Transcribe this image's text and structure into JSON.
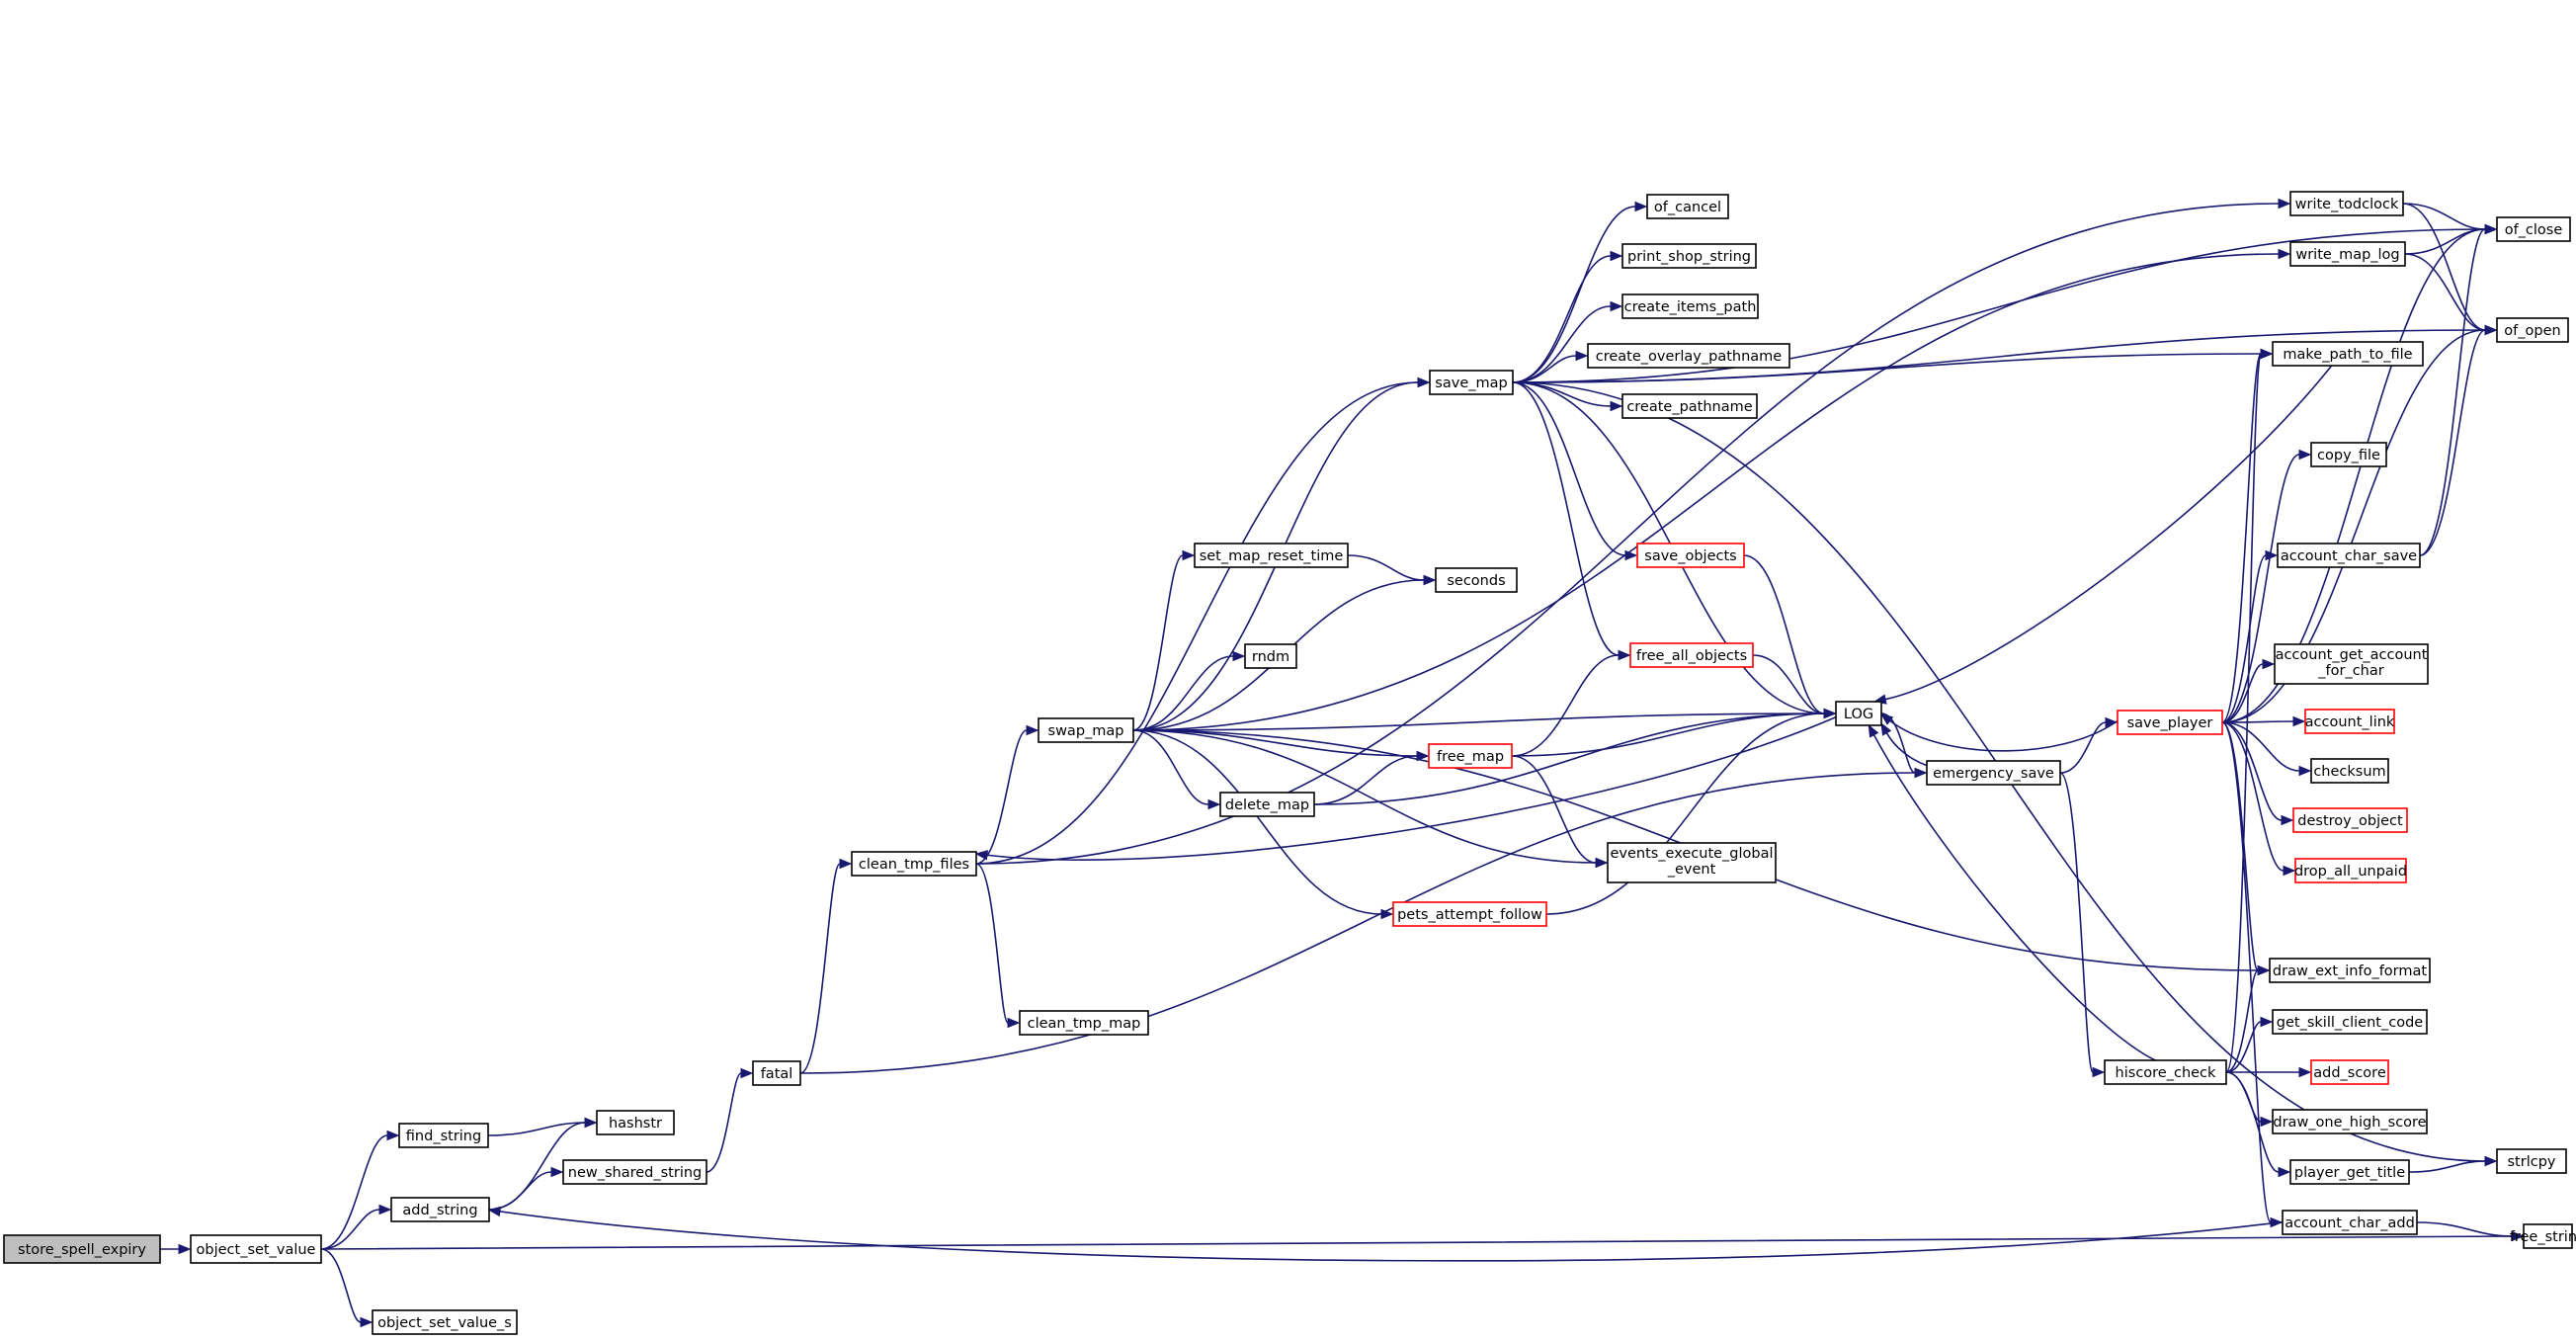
{
  "colors": {
    "edge": "#191970",
    "node_border": "#000000",
    "truncated_border": "#ff0000",
    "root_fill": "#bfbfbf",
    "node_fill": "#ffffff"
  },
  "nodes": [
    {
      "id": "store_spell_expiry",
      "lines": [
        "store_spell_expiry"
      ],
      "root": true
    },
    {
      "id": "object_set_value",
      "lines": [
        "object_set_value"
      ]
    },
    {
      "id": "add_string",
      "lines": [
        "add_string"
      ]
    },
    {
      "id": "find_string",
      "lines": [
        "find_string"
      ]
    },
    {
      "id": "hashstr",
      "lines": [
        "hashstr"
      ]
    },
    {
      "id": "new_shared_string",
      "lines": [
        "new_shared_string"
      ]
    },
    {
      "id": "object_set_value_s",
      "lines": [
        "object_set_value_s"
      ]
    },
    {
      "id": "fatal",
      "lines": [
        "fatal"
      ]
    },
    {
      "id": "clean_tmp_files",
      "lines": [
        "clean_tmp_files"
      ]
    },
    {
      "id": "clean_tmp_map",
      "lines": [
        "clean_tmp_map"
      ]
    },
    {
      "id": "swap_map",
      "lines": [
        "swap_map"
      ]
    },
    {
      "id": "save_map",
      "lines": [
        "save_map"
      ]
    },
    {
      "id": "set_map_reset_time",
      "lines": [
        "set_map_reset_time"
      ]
    },
    {
      "id": "rndm",
      "lines": [
        "rndm"
      ]
    },
    {
      "id": "delete_map",
      "lines": [
        "delete_map"
      ]
    },
    {
      "id": "free_map",
      "lines": [
        "free_map"
      ],
      "truncated": true
    },
    {
      "id": "pets_attempt_follow",
      "lines": [
        "pets_attempt_follow"
      ],
      "truncated": true
    },
    {
      "id": "seconds",
      "lines": [
        "seconds"
      ]
    },
    {
      "id": "of_cancel",
      "lines": [
        "of_cancel"
      ]
    },
    {
      "id": "print_shop_string",
      "lines": [
        "print_shop_string"
      ]
    },
    {
      "id": "create_items_path",
      "lines": [
        "create_items_path"
      ]
    },
    {
      "id": "create_overlay_pathname",
      "lines": [
        "create_overlay_pathname"
      ]
    },
    {
      "id": "create_pathname",
      "lines": [
        "create_pathname"
      ]
    },
    {
      "id": "save_objects",
      "lines": [
        "save_objects"
      ],
      "truncated": true
    },
    {
      "id": "free_all_objects",
      "lines": [
        "free_all_objects"
      ],
      "truncated": true
    },
    {
      "id": "events_execute_global_event",
      "lines": [
        "events_execute_global",
        "_event"
      ]
    },
    {
      "id": "LOG",
      "lines": [
        "LOG"
      ]
    },
    {
      "id": "emergency_save",
      "lines": [
        "emergency_save"
      ]
    },
    {
      "id": "save_player",
      "lines": [
        "save_player"
      ],
      "truncated": true
    },
    {
      "id": "hiscore_check",
      "lines": [
        "hiscore_check"
      ]
    },
    {
      "id": "write_todclock",
      "lines": [
        "write_todclock"
      ]
    },
    {
      "id": "write_map_log",
      "lines": [
        "write_map_log"
      ]
    },
    {
      "id": "make_path_to_file",
      "lines": [
        "make_path_to_file"
      ]
    },
    {
      "id": "copy_file",
      "lines": [
        "copy_file"
      ]
    },
    {
      "id": "account_char_save",
      "lines": [
        "account_char_save"
      ]
    },
    {
      "id": "account_get_account_for_char",
      "lines": [
        "account_get_account",
        "_for_char"
      ]
    },
    {
      "id": "account_link",
      "lines": [
        "account_link"
      ],
      "truncated": true
    },
    {
      "id": "checksum",
      "lines": [
        "checksum"
      ]
    },
    {
      "id": "destroy_object",
      "lines": [
        "destroy_object"
      ],
      "truncated": true
    },
    {
      "id": "drop_all_unpaid",
      "lines": [
        "drop_all_unpaid"
      ],
      "truncated": true
    },
    {
      "id": "draw_ext_info_format",
      "lines": [
        "draw_ext_info_format"
      ]
    },
    {
      "id": "get_skill_client_code",
      "lines": [
        "get_skill_client_code"
      ]
    },
    {
      "id": "add_score",
      "lines": [
        "add_score"
      ],
      "truncated": true
    },
    {
      "id": "draw_one_high_score",
      "lines": [
        "draw_one_high_score"
      ]
    },
    {
      "id": "player_get_title",
      "lines": [
        "player_get_title"
      ]
    },
    {
      "id": "account_char_add",
      "lines": [
        "account_char_add"
      ]
    },
    {
      "id": "of_close",
      "lines": [
        "of_close"
      ]
    },
    {
      "id": "of_open",
      "lines": [
        "of_open"
      ]
    },
    {
      "id": "strlcpy",
      "lines": [
        "strlcpy"
      ]
    },
    {
      "id": "free_string",
      "lines": [
        "free_string"
      ]
    }
  ],
  "edges": [
    [
      "store_spell_expiry",
      "object_set_value"
    ],
    [
      "object_set_value",
      "add_string"
    ],
    [
      "object_set_value",
      "find_string"
    ],
    [
      "object_set_value",
      "object_set_value_s"
    ],
    [
      "object_set_value",
      "free_string"
    ],
    [
      "add_string",
      "hashstr"
    ],
    [
      "add_string",
      "new_shared_string"
    ],
    [
      "find_string",
      "hashstr"
    ],
    [
      "new_shared_string",
      "fatal"
    ],
    [
      "fatal",
      "clean_tmp_files"
    ],
    [
      "fatal",
      "emergency_save"
    ],
    [
      "clean_tmp_files",
      "write_todclock"
    ],
    [
      "clean_tmp_files",
      "save_map"
    ],
    [
      "clean_tmp_files",
      "swap_map"
    ],
    [
      "clean_tmp_files",
      "clean_tmp_map"
    ],
    [
      "swap_map",
      "save_map"
    ],
    [
      "swap_map",
      "set_map_reset_time"
    ],
    [
      "swap_map",
      "seconds"
    ],
    [
      "swap_map",
      "rndm"
    ],
    [
      "swap_map",
      "LOG"
    ],
    [
      "swap_map",
      "free_map"
    ],
    [
      "swap_map",
      "delete_map"
    ],
    [
      "swap_map",
      "events_execute_global_event"
    ],
    [
      "swap_map",
      "pets_attempt_follow"
    ],
    [
      "swap_map",
      "draw_ext_info_format"
    ],
    [
      "swap_map",
      "write_map_log"
    ],
    [
      "set_map_reset_time",
      "seconds"
    ],
    [
      "delete_map",
      "free_map"
    ],
    [
      "delete_map",
      "LOG"
    ],
    [
      "free_map",
      "free_all_objects"
    ],
    [
      "free_map",
      "LOG"
    ],
    [
      "free_map",
      "events_execute_global_event"
    ],
    [
      "pets_attempt_follow",
      "LOG"
    ],
    [
      "save_map",
      "of_cancel"
    ],
    [
      "save_map",
      "print_shop_string"
    ],
    [
      "save_map",
      "create_items_path"
    ],
    [
      "save_map",
      "create_overlay_pathname"
    ],
    [
      "save_map",
      "create_pathname"
    ],
    [
      "save_map",
      "save_objects"
    ],
    [
      "save_map",
      "free_all_objects"
    ],
    [
      "save_map",
      "LOG"
    ],
    [
      "save_map",
      "of_close"
    ],
    [
      "save_map",
      "of_open"
    ],
    [
      "save_map",
      "make_path_to_file"
    ],
    [
      "save_map",
      "strlcpy"
    ],
    [
      "save_objects",
      "LOG"
    ],
    [
      "free_all_objects",
      "LOG"
    ],
    [
      "LOG",
      "clean_tmp_files"
    ],
    [
      "LOG",
      "emergency_save"
    ],
    [
      "emergency_save",
      "LOG"
    ],
    [
      "emergency_save",
      "save_player"
    ],
    [
      "emergency_save",
      "hiscore_check"
    ],
    [
      "save_player",
      "LOG"
    ],
    [
      "save_player",
      "make_path_to_file"
    ],
    [
      "save_player",
      "copy_file"
    ],
    [
      "save_player",
      "account_char_save"
    ],
    [
      "save_player",
      "account_get_account_for_char"
    ],
    [
      "save_player",
      "account_link"
    ],
    [
      "save_player",
      "checksum"
    ],
    [
      "save_player",
      "destroy_object"
    ],
    [
      "save_player",
      "drop_all_unpaid"
    ],
    [
      "save_player",
      "draw_ext_info_format"
    ],
    [
      "save_player",
      "account_char_add"
    ],
    [
      "save_player",
      "of_close"
    ],
    [
      "save_player",
      "of_open"
    ],
    [
      "hiscore_check",
      "LOG"
    ],
    [
      "hiscore_check",
      "draw_ext_info_format"
    ],
    [
      "hiscore_check",
      "get_skill_client_code"
    ],
    [
      "hiscore_check",
      "add_score"
    ],
    [
      "hiscore_check",
      "draw_one_high_score"
    ],
    [
      "hiscore_check",
      "player_get_title"
    ],
    [
      "hiscore_check",
      "make_path_to_file"
    ],
    [
      "write_todclock",
      "of_close"
    ],
    [
      "write_todclock",
      "of_open"
    ],
    [
      "write_map_log",
      "of_close"
    ],
    [
      "write_map_log",
      "of_open"
    ],
    [
      "make_path_to_file",
      "LOG"
    ],
    [
      "account_char_save",
      "of_close"
    ],
    [
      "account_char_save",
      "of_open"
    ],
    [
      "player_get_title",
      "strlcpy"
    ],
    [
      "account_char_add",
      "add_string"
    ],
    [
      "account_char_add",
      "free_string"
    ]
  ]
}
